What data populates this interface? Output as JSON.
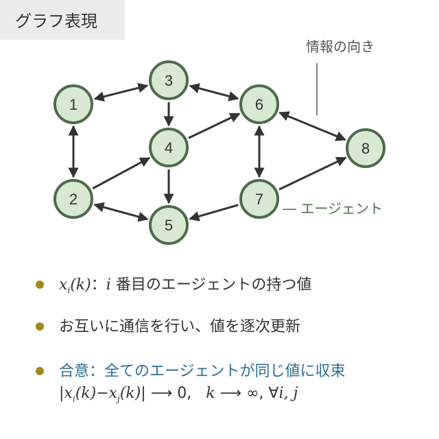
{
  "title": "グラフ表現",
  "graph": {
    "nodes": [
      {
        "id": "1",
        "label": "1"
      },
      {
        "id": "2",
        "label": "2"
      },
      {
        "id": "3",
        "label": "3"
      },
      {
        "id": "4",
        "label": "4"
      },
      {
        "id": "5",
        "label": "5"
      },
      {
        "id": "6",
        "label": "6"
      },
      {
        "id": "7",
        "label": "7"
      },
      {
        "id": "8",
        "label": "8"
      }
    ],
    "edges": [
      {
        "from": "1",
        "to": "3",
        "direction": "both"
      },
      {
        "from": "1",
        "to": "2",
        "direction": "both"
      },
      {
        "from": "3",
        "to": "6",
        "direction": "both"
      },
      {
        "from": "3",
        "to": "4",
        "direction": "forward"
      },
      {
        "from": "4",
        "to": "6",
        "direction": "forward"
      },
      {
        "from": "4",
        "to": "5",
        "direction": "forward"
      },
      {
        "from": "2",
        "to": "4",
        "direction": "forward"
      },
      {
        "from": "2",
        "to": "5",
        "direction": "both"
      },
      {
        "from": "6",
        "to": "7",
        "direction": "both"
      },
      {
        "from": "6",
        "to": "8",
        "direction": "both"
      },
      {
        "from": "7",
        "to": "5",
        "direction": "forward"
      },
      {
        "from": "7",
        "to": "8",
        "direction": "forward"
      }
    ],
    "info_direction_label": "情報の向き",
    "agent_label": "― エージェント"
  },
  "bullets": {
    "b1": {
      "math_x": "x",
      "math_i": "i",
      "math_k": "(k)",
      "text_colon": "：",
      "math_i2": "i",
      "text": " 番目のエージェントの持つ値"
    },
    "b2": {
      "text": "お互いに通信を行い、値を逐次更新"
    },
    "b3": {
      "text": "合意：全てのエージェントが同じ値に収束"
    }
  },
  "formula": {
    "bar_open": "|",
    "x": "x",
    "sub_i": "i",
    "k1": "(k)",
    "minus": "−",
    "x2": "x",
    "sub_j": "j",
    "k2": "(k)",
    "bar_close": "|",
    "arrow1": " ⟶ 0,",
    "k_var": "k",
    "arrow2": " ⟶ ∞, ∀",
    "ij": "i, j"
  },
  "colors": {
    "node_fill": "#d9e8d3",
    "node_stroke": "#4e6b4b",
    "edge": "#333333",
    "bullet_dot": "#a08a1a",
    "highlight_text": "#2e6e93"
  }
}
